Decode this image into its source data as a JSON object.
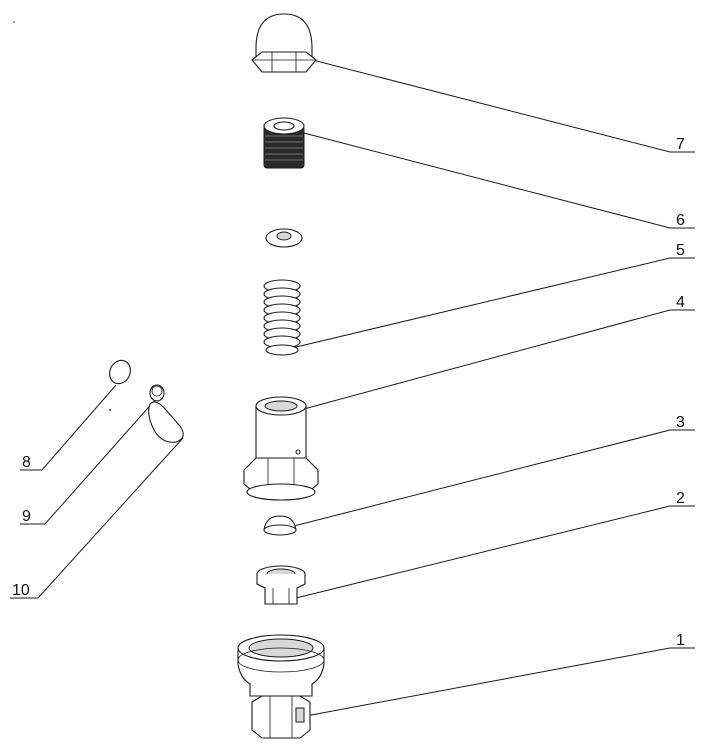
{
  "diagram": {
    "type": "exploded-assembly",
    "callouts": [
      {
        "id": "c1",
        "label": "1"
      },
      {
        "id": "c2",
        "label": "2"
      },
      {
        "id": "c3",
        "label": "3"
      },
      {
        "id": "c4",
        "label": "4"
      },
      {
        "id": "c5",
        "label": "5"
      },
      {
        "id": "c6",
        "label": "6"
      },
      {
        "id": "c7",
        "label": "7"
      },
      {
        "id": "c8",
        "label": "8"
      },
      {
        "id": "c9",
        "label": "9"
      },
      {
        "id": "c10",
        "label": "10"
      }
    ]
  }
}
